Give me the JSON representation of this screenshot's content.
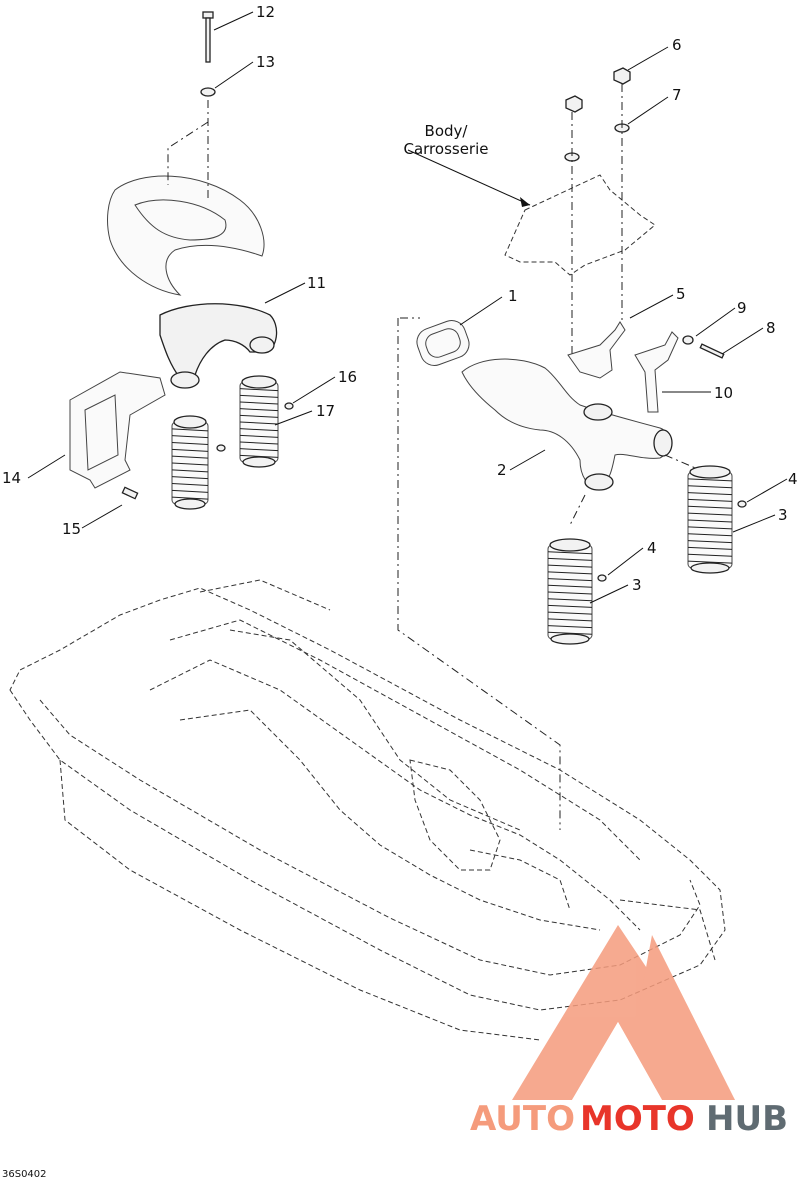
{
  "diagram": {
    "callouts": [
      "1",
      "2",
      "3",
      "3",
      "4",
      "4",
      "5",
      "6",
      "7",
      "8",
      "9",
      "10",
      "11",
      "12",
      "13",
      "14",
      "15",
      "16",
      "17"
    ],
    "body_label_line1": "Body/",
    "body_label_line2": "Carrosserie",
    "figure_code": "36S0402"
  },
  "watermark": {
    "part1": "AUTO",
    "part2": "MOTO",
    "part3": "HUB",
    "color_light": "#f59b7c",
    "color_red": "#e8352a",
    "color_gray": "#5f6b72"
  }
}
